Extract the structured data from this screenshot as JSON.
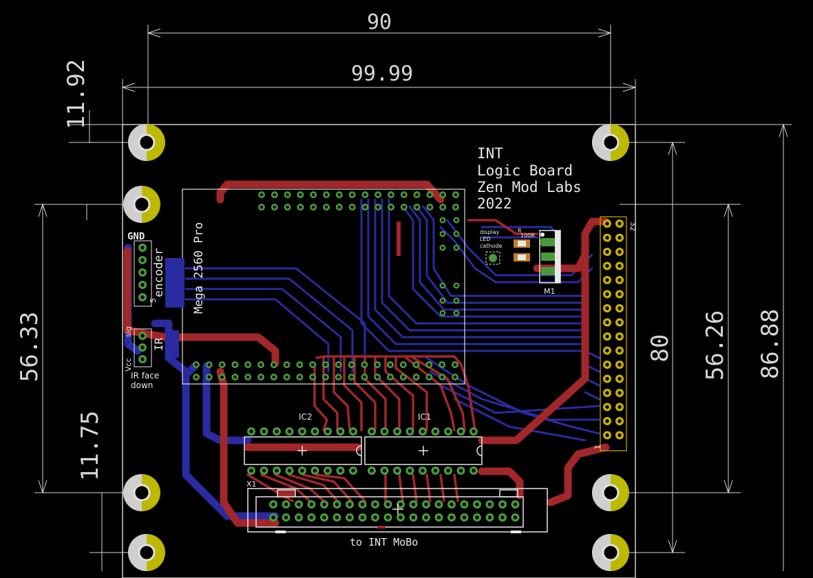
{
  "dimensions": {
    "top_outer": "90",
    "top_inner": "99.99",
    "left_top": "11.92",
    "left_mid": "56.33",
    "left_bottom": "11.75",
    "right_inner": "80",
    "right_mid": "56.26",
    "right_outer": "86.88"
  },
  "silkscreen": {
    "title_line1": "INT",
    "title_line2": "Logic Board",
    "title_line3": "Zen Mod Labs",
    "title_line4": "2022",
    "module": "Mega 2560 Pro",
    "encoder_label": "encoder",
    "gnd_label": "GND",
    "pin5": "5",
    "ir_label": "IR",
    "sig_label": "sig",
    "vcc_label": "Vcc",
    "ir_note_1": "IR face",
    "ir_note_2": "down",
    "ic1": "IC1",
    "ic2": "IC2",
    "connector_x1": "X1",
    "connector_note": "to INT MoBo",
    "display_1": "display",
    "display_2": "LED",
    "display_3": "cathode",
    "header_m1": "M1",
    "header_pin_top": "32",
    "header_pin_bottom": "1",
    "resistor_r": "R",
    "resistor_value": "100R"
  },
  "colors": {
    "background": "#000000",
    "top_copper": "#a1272a",
    "bottom_copper": "#2a2ba0",
    "pad": "#4a9a3c",
    "mount_hole_yellow": "#bdb800",
    "outline": "#ffffff",
    "dimension": "#d6d6d6",
    "header_pad": "#c9b200"
  }
}
